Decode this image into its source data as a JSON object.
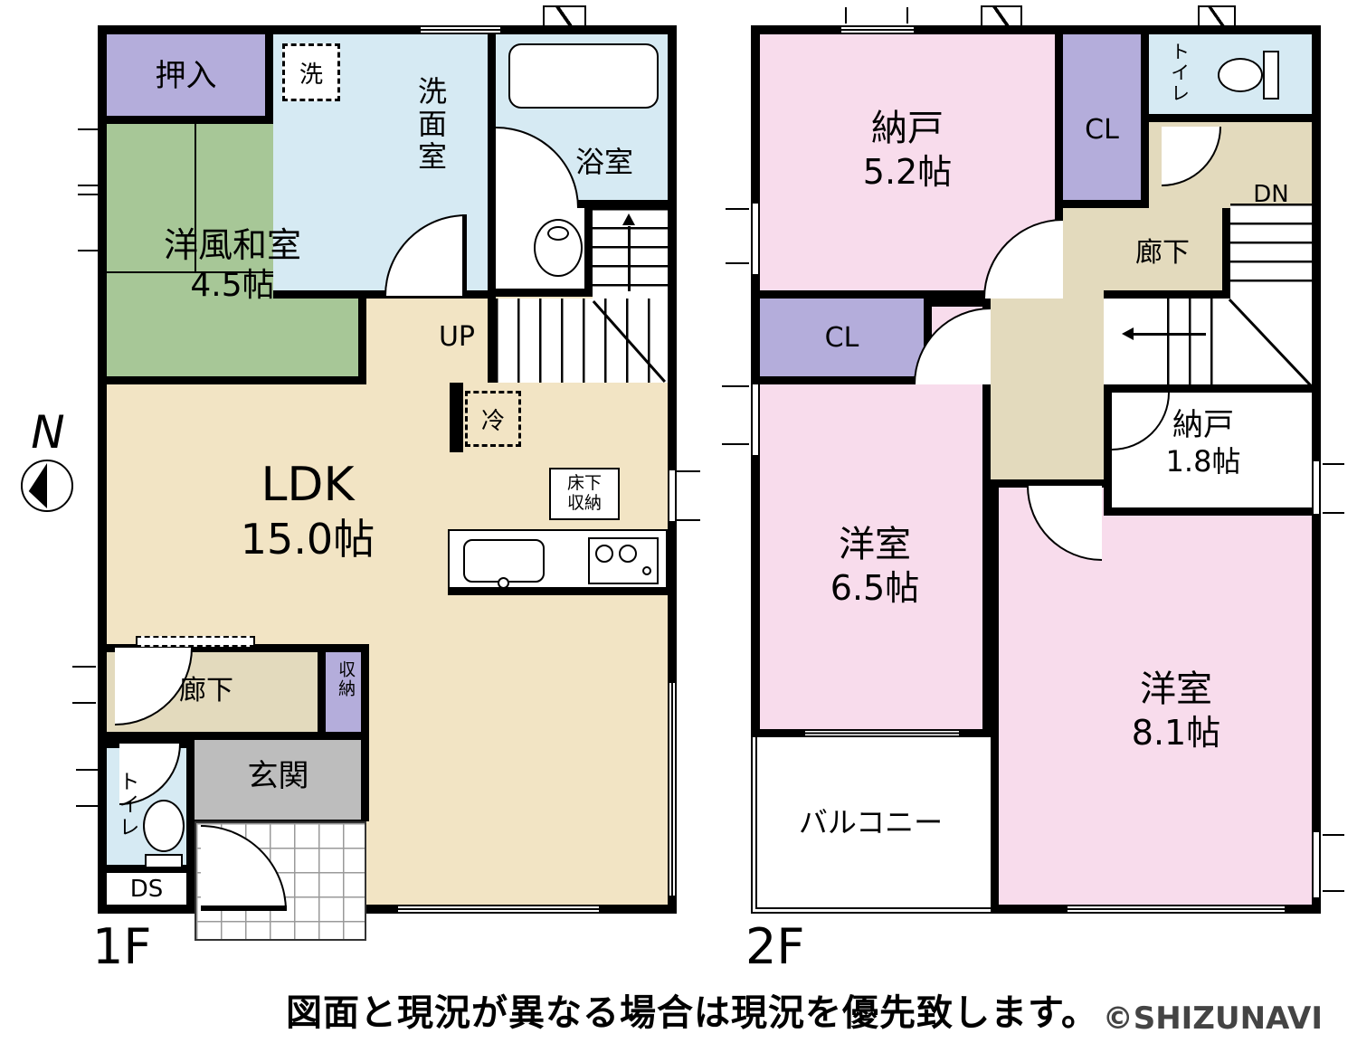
{
  "compass": {
    "label": "N"
  },
  "floor1": {
    "name": "1F",
    "oshiire": "押入",
    "washitsu": "洋風和室",
    "washitsu_size": "4.5帖",
    "washer": "洗",
    "senmen": "洗面室",
    "bath": "浴室",
    "up": "UP",
    "fridge": "冷",
    "ldk": "LDK",
    "ldk_size": "15.0帖",
    "floor_storage": "床下収納",
    "hall": "廊下",
    "storage": "収納",
    "entrance": "玄関",
    "toilet": "トイレ",
    "ds": "DS"
  },
  "floor2": {
    "name": "2F",
    "nando_a": "納戸",
    "nando_a_size": "5.2帖",
    "cl_a": "CL",
    "toilet": "トイレ",
    "hall": "廊下",
    "dn": "DN",
    "cl_b": "CL",
    "yoshitsu_a": "洋室",
    "yoshitsu_a_size": "6.5帖",
    "nando_b": "納戸",
    "nando_b_size": "1.8帖",
    "yoshitsu_b": "洋室",
    "yoshitsu_b_size": "8.1帖",
    "balcony": "バルコニー"
  },
  "footer": {
    "disclaimer": "図面と現況が異なる場合は現況を優先致します。",
    "copyright": "©SHIZUNAVI"
  },
  "colors": {
    "room_green": "#a7c797",
    "water_blue": "#d6eaf3",
    "ldk_beige": "#f2e4c4",
    "room_pink": "#f8dcec",
    "closet_purple": "#b4addb",
    "hall_tan": "#e3dabd",
    "entry_gray": "#bdbdbd"
  }
}
